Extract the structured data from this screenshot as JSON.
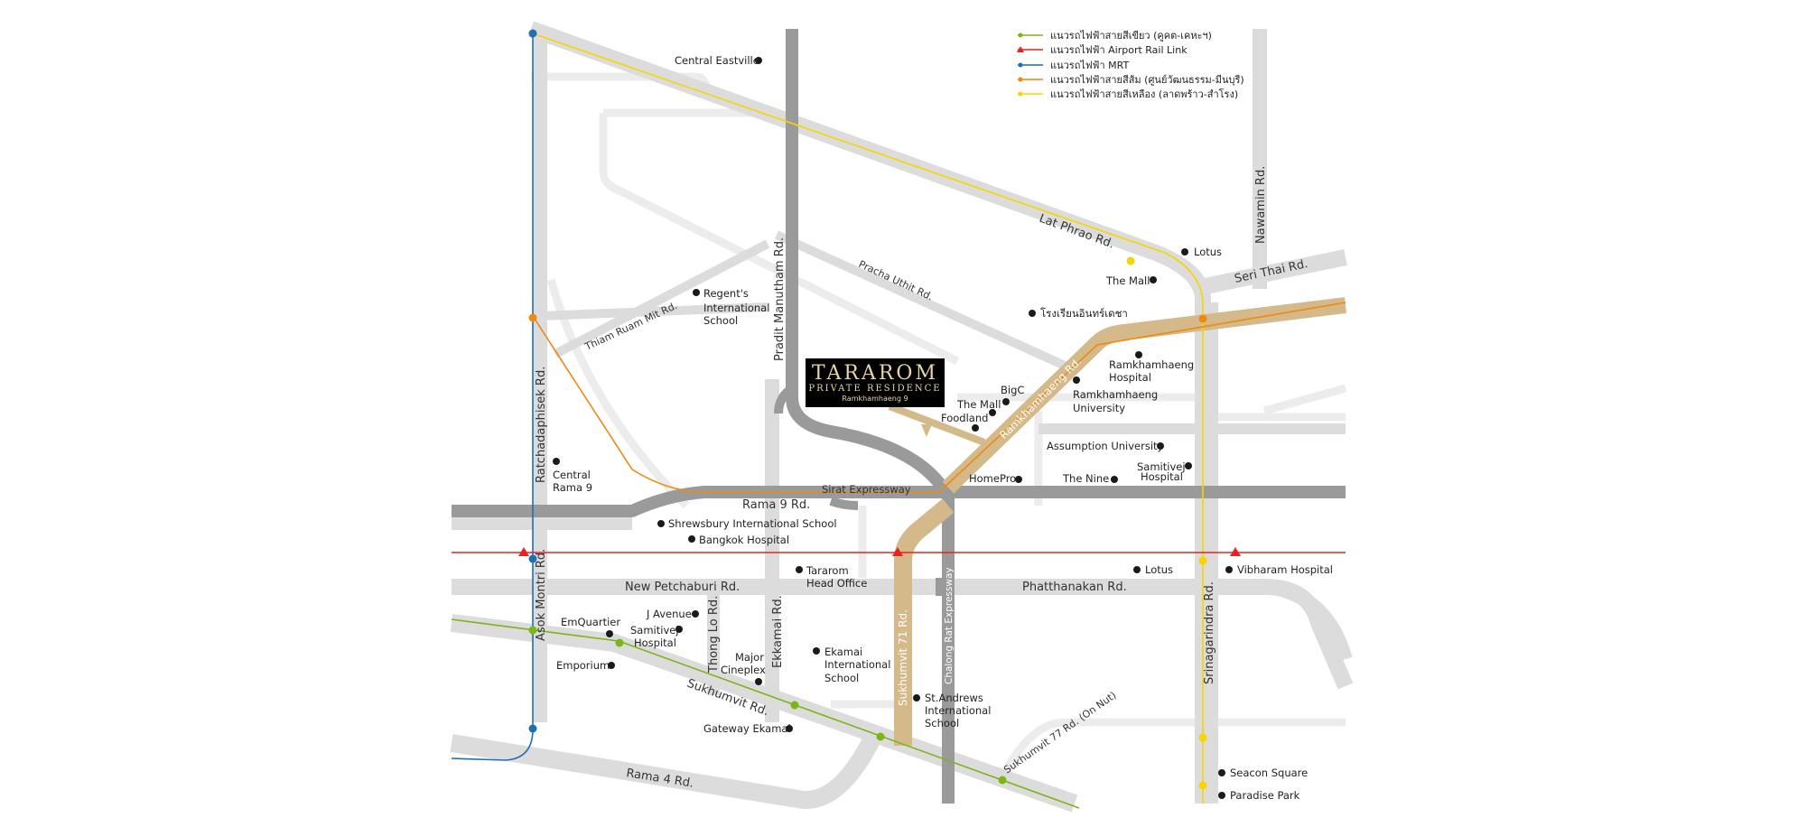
{
  "legend": [
    {
      "label": "แนวรถไฟฟ้าสายสีเขียว (คูคต-เคหะฯ)",
      "color": "#7cb518"
    },
    {
      "label": "แนวรถไฟฟ้า Airport Rail Link",
      "color": "#e52320"
    },
    {
      "label": "แนวรถไฟฟ้า MRT",
      "color": "#1f6fb5"
    },
    {
      "label": "แนวรถไฟฟ้าสายสีส้ม (ศูนย์วัฒนธรรม-มีนบุรี)",
      "color": "#ee8a10"
    },
    {
      "label": "แนวรถไฟฟ้าสายสีเหลือง (ลาดพร้าว-สำโรง)",
      "color": "#f6d500"
    }
  ],
  "logo": {
    "title": "TARAROM",
    "subtitle": "PRIVATE RESIDENCE",
    "location": "Ramkhamhaeng 9"
  },
  "roads": {
    "lat_phrao": "Lat Phrao Rd.",
    "nawamin": "Nawamin Rd.",
    "seri_thai": "Seri Thai Rd.",
    "pracha_uthit": "Pracha Uthit Rd.",
    "pradit_manutham": "Pradit Manutham Rd.",
    "thiam_ruam_mit": "Thiam Ruam Mit Rd.",
    "ramkhamhaeng": "Ramkhamhaeng Rd.",
    "ratchadaphisek": "Ratchadaphisek Rd.",
    "sirat_expressway": "Sirat Expressway",
    "rama9": "Rama 9 Rd.",
    "new_petchaburi": "New Petchaburi Rd.",
    "phatthanakan": "Phatthanakan Rd.",
    "asok_montri": "Asok Montri Rd.",
    "thong_lo": "Thong Lo Rd.",
    "ekkamai": "Ekkamai Rd.",
    "sukhumvit71": "Sukhumvit 71 Rd.",
    "chalong_rat": "Chalong Rat Expressway",
    "srinagarindra": "Srinagarindra Rd.",
    "sukhumvit": "Sukhumvit Rd.",
    "sukhumvit77": "Sukhumvit 77 Rd. (On Nut)",
    "rama4": "Rama 4 Rd."
  },
  "pois": {
    "central_eastville": "Central Eastville",
    "lotus_north": "Lotus",
    "the_mall_bangkapi": "The Mall",
    "school_thai": "โรงเรียนอินทร์เดชา",
    "regents_1": "Regent's",
    "regents_2": "International",
    "regents_3": "School",
    "ram_hospital_1": "Ramkhamhaeng",
    "ram_hospital_2": "Hospital",
    "ram_univ_1": "Ramkhamhaeng",
    "ram_univ_2": "University",
    "bigc": "BigC",
    "the_mall_ram": "The Mall",
    "foodland": "Foodland",
    "assumption": "Assumption University",
    "samitivej_sn_1": "Samitivej",
    "samitivej_sn_2": "Hospital",
    "homepro": "HomePro",
    "the_nine": "The Nine",
    "central_rama9_1": "Central",
    "central_rama9_2": "Rama 9",
    "shrewsbury": "Shrewsbury International School",
    "bangkok_hospital": "Bangkok Hospital",
    "tararom_ho_1": "Tararom",
    "tararom_ho_2": "Head Office",
    "lotus_south": "Lotus",
    "vibharam": "Vibharam Hospital",
    "j_avenue": "J Avenue",
    "emquartier": "EmQuartier",
    "samitivej_sk_1": "Samitivej",
    "samitivej_sk_2": "Hospital",
    "emporium": "Emporium",
    "major_1": "Major",
    "major_2": "Cineplex",
    "ekamai_intl_1": "Ekamai",
    "ekamai_intl_2": "International",
    "ekamai_intl_3": "School",
    "standrews_1": "St.Andrews",
    "standrews_2": "International",
    "standrews_3": "School",
    "gateway": "Gateway Ekamai",
    "seacon": "Seacon Square",
    "paradise": "Paradise Park"
  },
  "colors": {
    "green_line": "#7cb518",
    "airport_link": "#e52320",
    "mrt": "#1f6fb5",
    "orange_line": "#ee8a10",
    "yellow_line": "#f6d500",
    "road": "#dcdcdc",
    "expressway": "#9a9a9a",
    "main_road_highlight": "#d4b98a",
    "logo_bg": "#000000",
    "logo_text": "#e8d6a8"
  }
}
